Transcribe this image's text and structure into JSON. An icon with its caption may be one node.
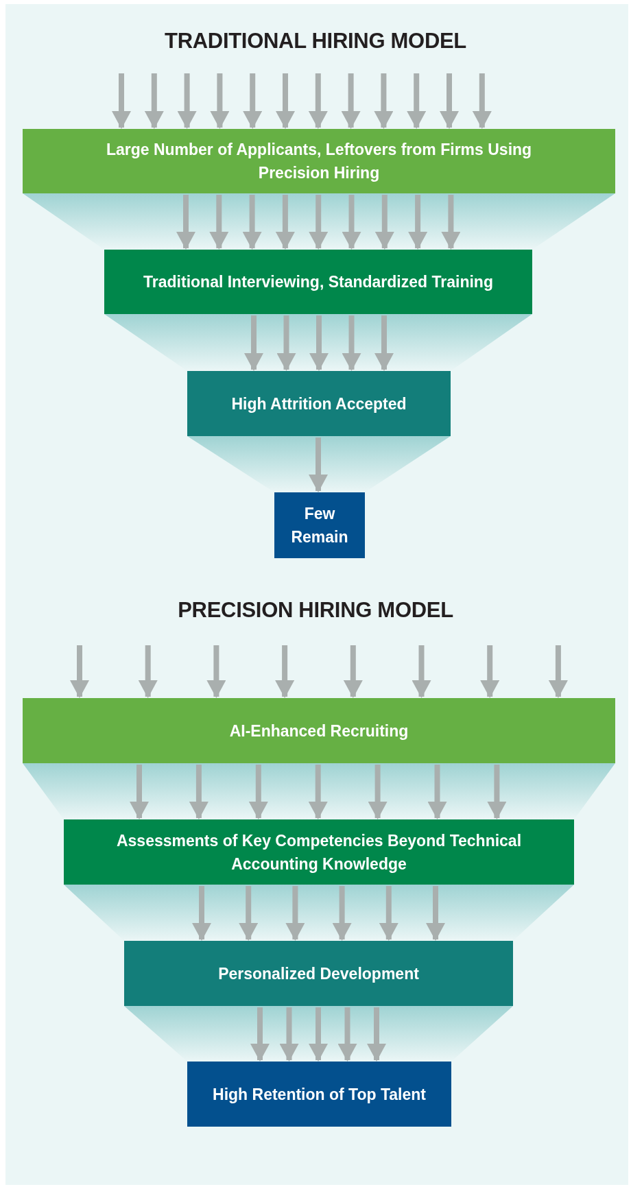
{
  "diagram": {
    "nodes": [
      {
        "text": [
          "Large Number of Applicants, Leftovers from Firms Using Precision Hiring"
        ]
      },
      {
        "text": [
          "Traditional Interviewing, Standardized Training"
        ]
      },
      {
        "text": [
          "High Attrition Accepted"
        ]
      },
      {
        "text": [
          "Few Remain"
        ]
      },
      {
        "text": [
          "AI-Enhanced Recruiting"
        ]
      },
      {
        "text": [
          "Assessments of Key Competencies Beyond Technical Accounting Knowledge"
        ]
      },
      {
        "text": [
          "Personalized Development"
        ]
      },
      {
        "text": [
          "High Retention of Top Talent"
        ]
      }
    ],
    "edges": [
      {
        "from": null,
        "to": 0,
        "arrow": "to"
      },
      {
        "from": null,
        "to": 0,
        "arrow": "to"
      },
      {
        "from": null,
        "to": 0,
        "arrow": "to"
      },
      {
        "from": null,
        "to": 0,
        "arrow": "to"
      },
      {
        "from": null,
        "to": 0,
        "arrow": "to"
      },
      {
        "from": null,
        "to": 0,
        "arrow": "to"
      },
      {
        "from": null,
        "to": 0,
        "arrow": "to"
      },
      {
        "from": null,
        "to": 0,
        "arrow": "to"
      },
      {
        "from": null,
        "to": 0,
        "arrow": "to"
      },
      {
        "from": null,
        "to": 0,
        "arrow": "to"
      },
      {
        "from": null,
        "to": 0,
        "arrow": "to"
      },
      {
        "from": null,
        "to": 0,
        "arrow": "to"
      },
      {
        "from": 0,
        "to": 1,
        "arrow": "to"
      },
      {
        "from": 0,
        "to": 1,
        "arrow": "to"
      },
      {
        "from": 0,
        "to": 1,
        "arrow": "to"
      },
      {
        "from": 0,
        "to": 1,
        "arrow": "to"
      },
      {
        "from": 0,
        "to": 1,
        "arrow": "to"
      },
      {
        "from": 0,
        "to": 1,
        "arrow": "to"
      },
      {
        "from": 0,
        "to": 1,
        "arrow": "to"
      },
      {
        "from": 0,
        "to": 1,
        "arrow": "to"
      },
      {
        "from": 0,
        "to": 1,
        "arrow": "to"
      },
      {
        "from": 1,
        "to": 2,
        "arrow": "to"
      },
      {
        "from": 1,
        "to": 2,
        "arrow": "to"
      },
      {
        "from": 1,
        "to": 2,
        "arrow": "to"
      },
      {
        "from": 1,
        "to": 2,
        "arrow": "to"
      },
      {
        "from": 1,
        "to": 2,
        "arrow": "to"
      },
      {
        "from": 2,
        "to": 3,
        "arrow": "to"
      },
      {
        "from": null,
        "to": 4,
        "arrow": "to"
      },
      {
        "from": null,
        "to": 4,
        "arrow": "to"
      },
      {
        "from": null,
        "to": 4,
        "arrow": "to"
      },
      {
        "from": null,
        "to": 4,
        "arrow": "to"
      },
      {
        "from": null,
        "to": 4,
        "arrow": "to"
      },
      {
        "from": null,
        "to": 4,
        "arrow": "to"
      },
      {
        "from": null,
        "to": 4,
        "arrow": "to"
      },
      {
        "from": null,
        "to": 4,
        "arrow": "to"
      },
      {
        "from": 4,
        "to": 5,
        "arrow": "to"
      },
      {
        "from": 4,
        "to": 5,
        "arrow": "to"
      },
      {
        "from": 4,
        "to": 5,
        "arrow": "to"
      },
      {
        "from": 4,
        "to": 5,
        "arrow": "to"
      },
      {
        "from": 4,
        "to": 5,
        "arrow": "to"
      },
      {
        "from": 4,
        "to": 5,
        "arrow": "to"
      },
      {
        "from": 4,
        "to": 5,
        "arrow": "to"
      },
      {
        "from": 5,
        "to": 6,
        "arrow": "to"
      },
      {
        "from": 5,
        "to": 6,
        "arrow": "to"
      },
      {
        "from": 5,
        "to": 6,
        "arrow": "to"
      },
      {
        "from": 5,
        "to": 6,
        "arrow": "to"
      },
      {
        "from": 5,
        "to": 6,
        "arrow": "to"
      },
      {
        "from": 5,
        "to": 6,
        "arrow": "to"
      },
      {
        "from": 6,
        "to": 7,
        "arrow": "to"
      },
      {
        "from": 6,
        "to": 7,
        "arrow": "to"
      },
      {
        "from": 6,
        "to": 7,
        "arrow": "to"
      },
      {
        "from": 6,
        "to": 7,
        "arrow": "to"
      },
      {
        "from": 6,
        "to": 7,
        "arrow": "to"
      }
    ],
    "labels": [
      "TRADITIONAL HIRING MODEL",
      "PRECISION HIRING MODEL"
    ]
  }
}
